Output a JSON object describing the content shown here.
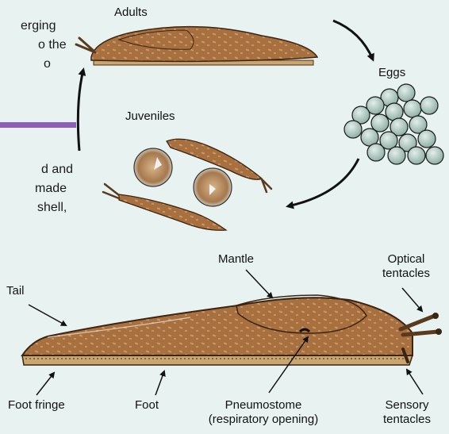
{
  "side_text": [
    "erging",
    "o the",
    "o",
    "d and",
    "made",
    "shell,"
  ],
  "labels": {
    "adults": "Adults",
    "eggs": "Eggs",
    "juveniles": "Juveniles",
    "mantle": "Mantle",
    "optical_1": "Optical",
    "optical_2": "tentacles",
    "tail": "Tail",
    "foot_fringe": "Foot fringe",
    "foot": "Foot",
    "pneumostome_1": "Pneumostome",
    "pneumostome_2": "(respiratory opening)",
    "sensory_1": "Sensory",
    "sensory_2": "tentacles"
  },
  "colors": {
    "background": "#e8f3f1",
    "slug_body": "#a8703f",
    "slug_dark": "#6b4222",
    "egg": "#a7c0b7",
    "accent_bar": "#8c5fb5"
  }
}
